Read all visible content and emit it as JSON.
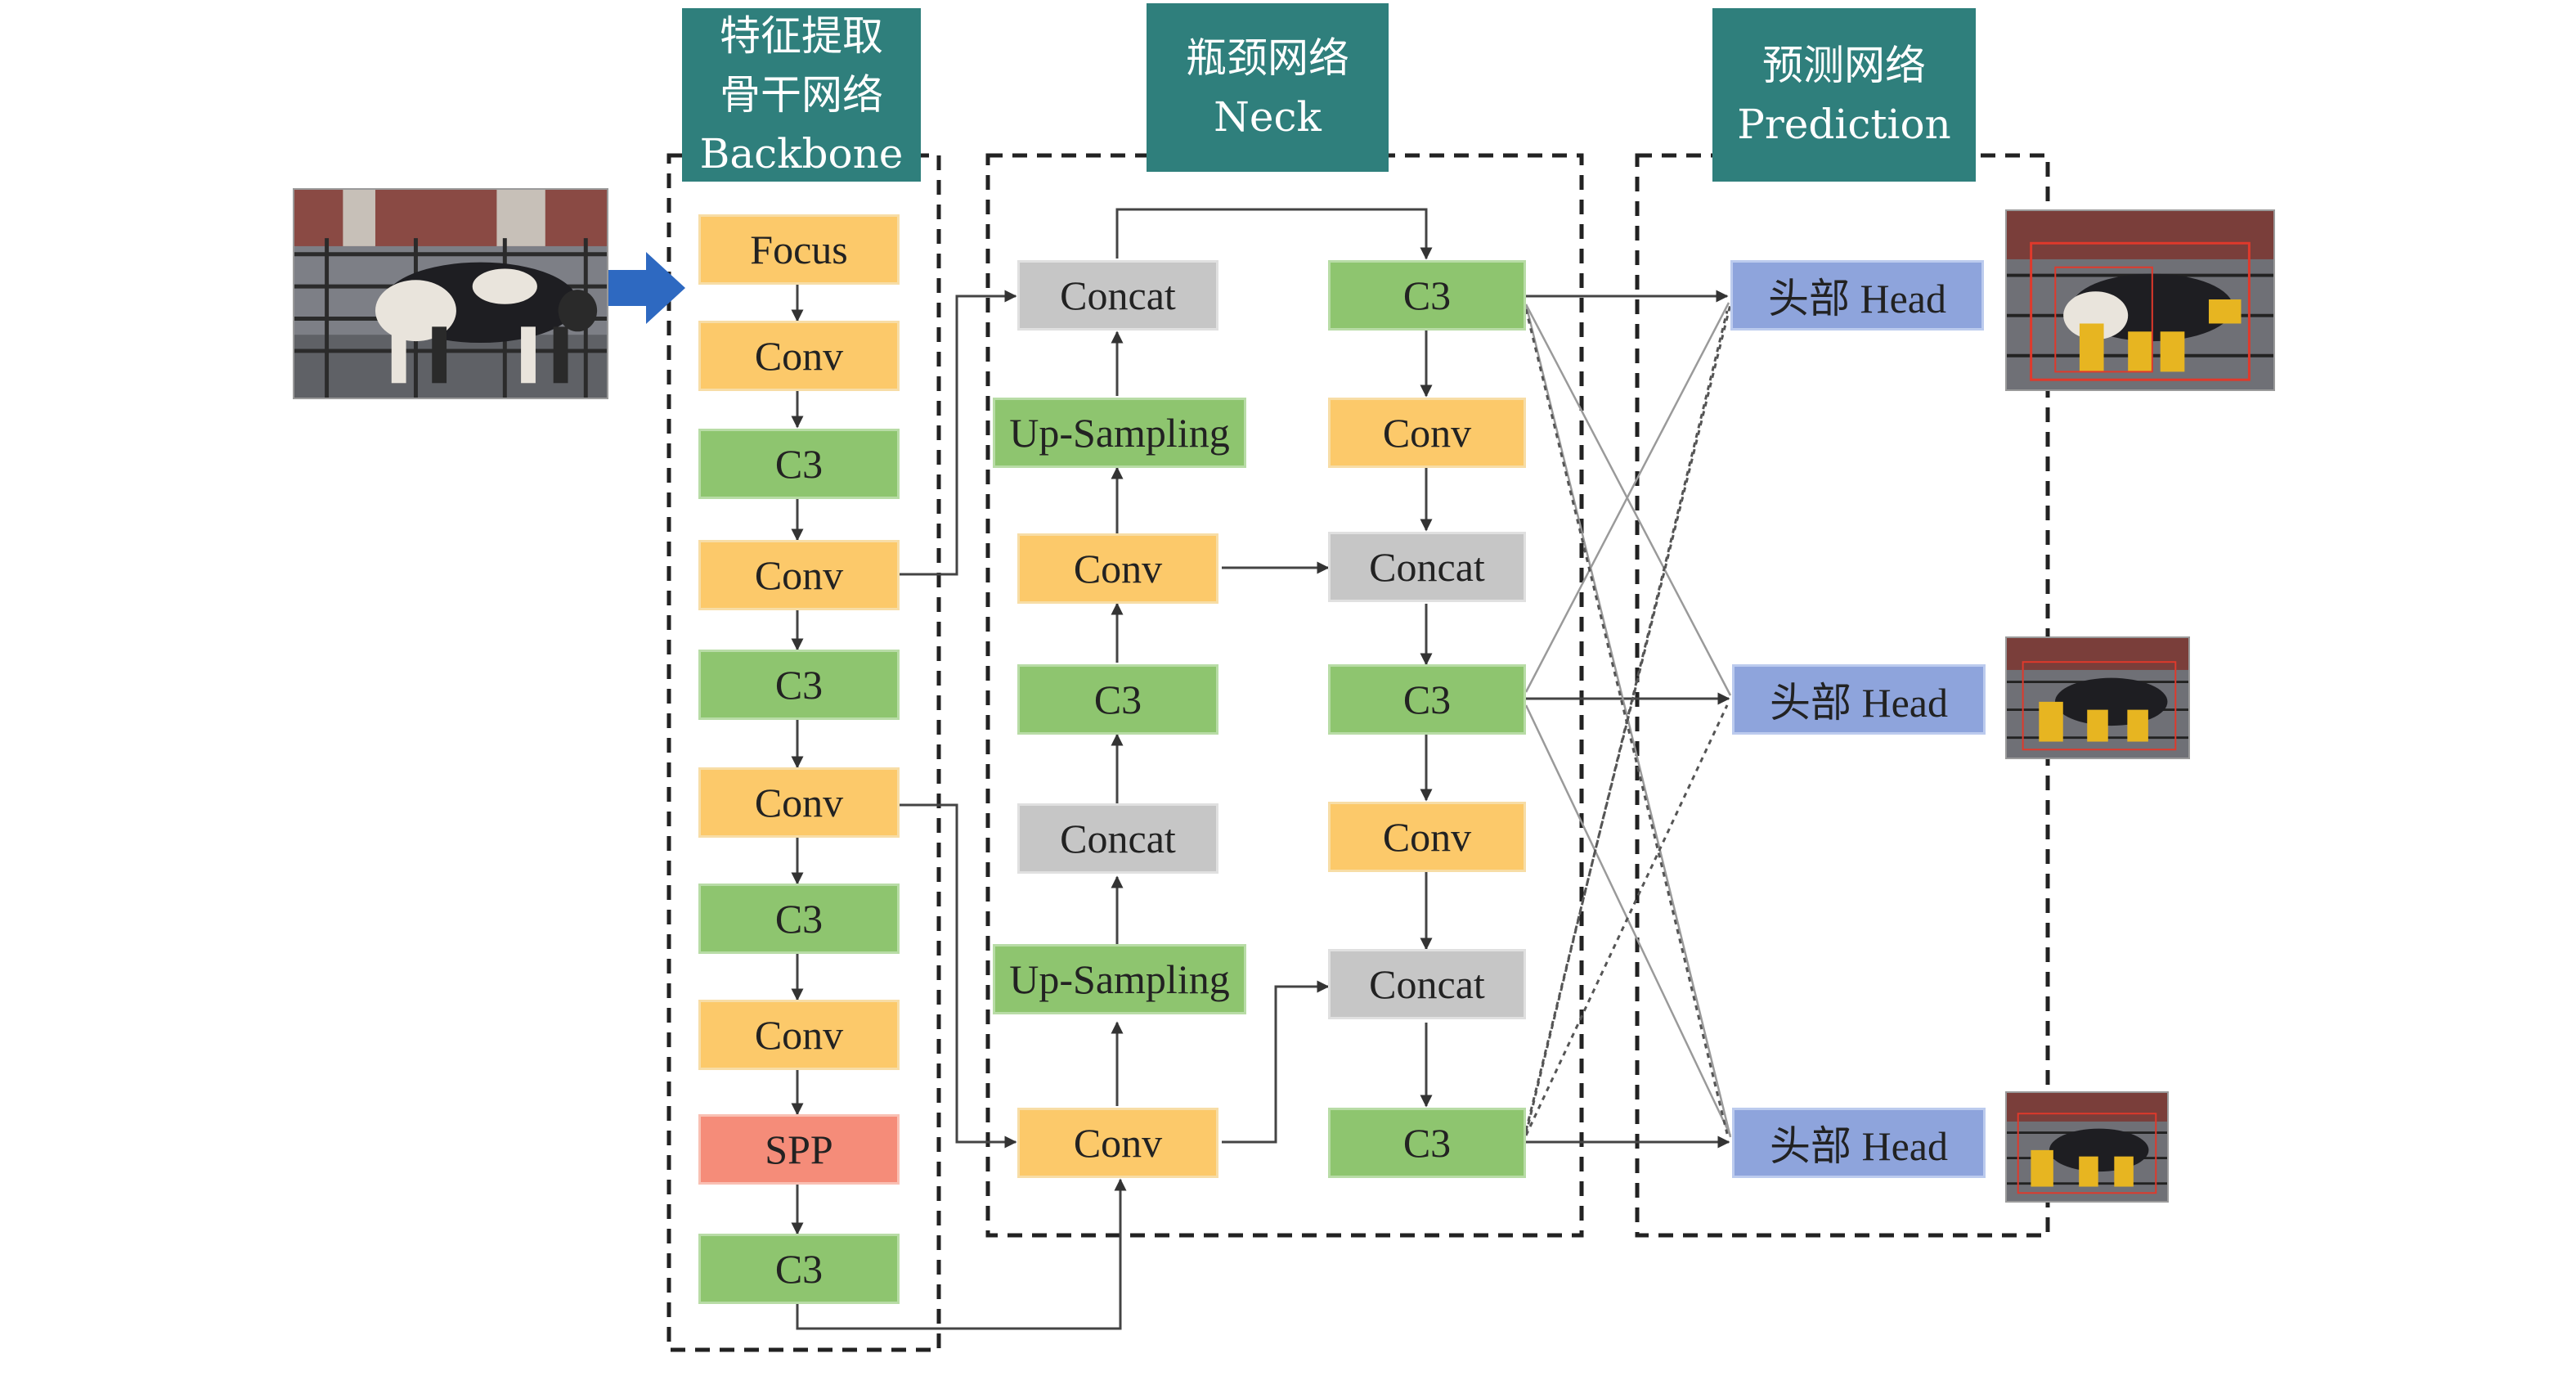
{
  "sections": {
    "backbone": {
      "line1": "特征提取",
      "line2": "骨干网络",
      "line3": "Backbone"
    },
    "neck": {
      "line1": "瓶颈网络",
      "line2": "Neck"
    },
    "prediction": {
      "line1": "预测网络",
      "line2": "Prediction"
    }
  },
  "backbone_blocks": [
    "Focus",
    "Conv",
    "C3",
    "Conv",
    "C3",
    "Conv",
    "C3",
    "Conv",
    "SPP",
    "C3"
  ],
  "neck_left_blocks": [
    "Concat",
    "Up-Sampling",
    "Conv",
    "C3",
    "Concat",
    "Up-Sampling",
    "Conv"
  ],
  "neck_right_blocks": [
    "C3",
    "Conv",
    "Concat",
    "C3",
    "Conv",
    "Concat",
    "C3"
  ],
  "heads": [
    "头部 Head",
    "头部 Head",
    "头部 Head"
  ],
  "colors": {
    "conv": "#fcc96a",
    "c3": "#8ec56f",
    "concat": "#c6c6c6",
    "spp": "#f58c79",
    "head": "#8ea4dc",
    "header": "#2f7f7c",
    "input_arrow": "#2e69c1"
  }
}
